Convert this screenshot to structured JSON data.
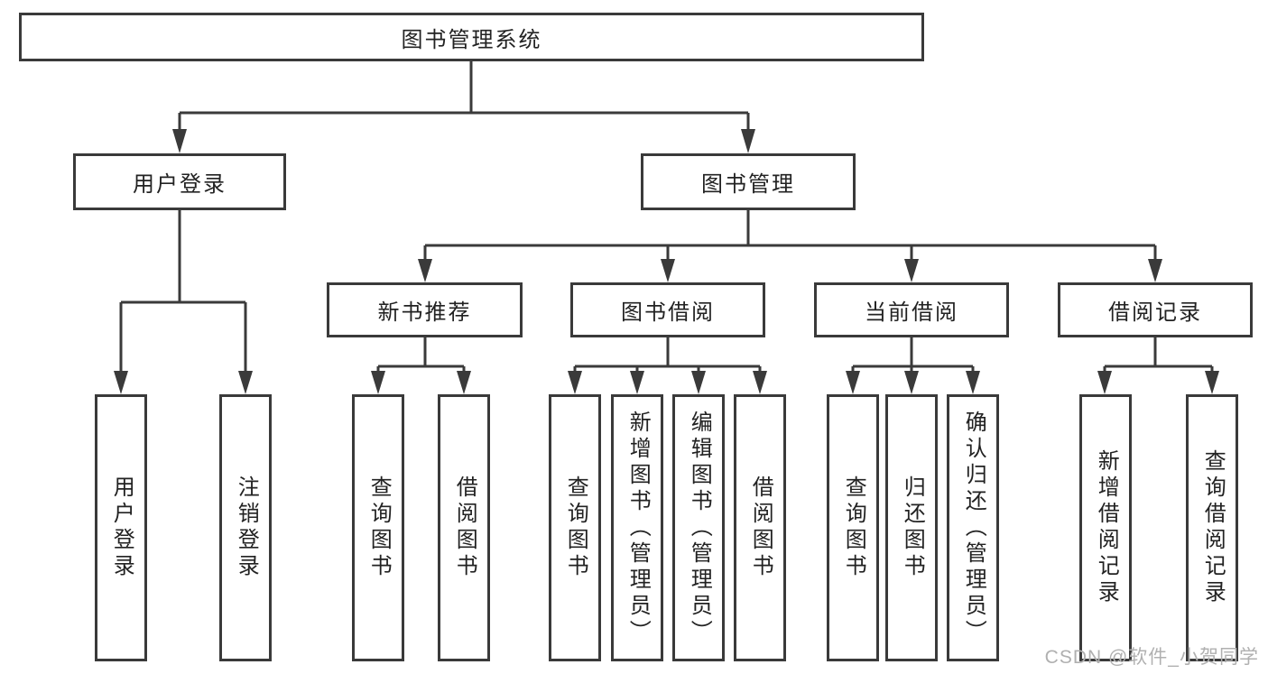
{
  "diagram": {
    "tree": {
      "label": "图书管理系统",
      "children": [
        {
          "label": "用户登录",
          "children": [
            {
              "label": "用户登录"
            },
            {
              "label": "注销登录"
            }
          ]
        },
        {
          "label": "图书管理",
          "children": [
            {
              "label": "新书推荐",
              "children": [
                {
                  "label": "查询图书"
                },
                {
                  "label": "借阅图书"
                }
              ]
            },
            {
              "label": "图书借阅",
              "children": [
                {
                  "label": "查询图书"
                },
                {
                  "label": "新增图书（管理员）"
                },
                {
                  "label": "编辑图书（管理员）"
                },
                {
                  "label": "借阅图书"
                }
              ]
            },
            {
              "label": "当前借阅",
              "children": [
                {
                  "label": "查询图书"
                },
                {
                  "label": "归还图书"
                },
                {
                  "label": "确认归还（管理员）"
                }
              ]
            },
            {
              "label": "借阅记录",
              "children": [
                {
                  "label": "新增借阅记录"
                },
                {
                  "label": "查询借阅记录"
                }
              ]
            }
          ]
        }
      ]
    },
    "colors": {
      "line": "#3a3a3a",
      "text": "#222222",
      "box_fill": "#ffffff",
      "background": "#ffffff",
      "watermark": "#b0b0b0"
    }
  },
  "watermark": {
    "text": "CSDN @软件_小贺同学"
  }
}
